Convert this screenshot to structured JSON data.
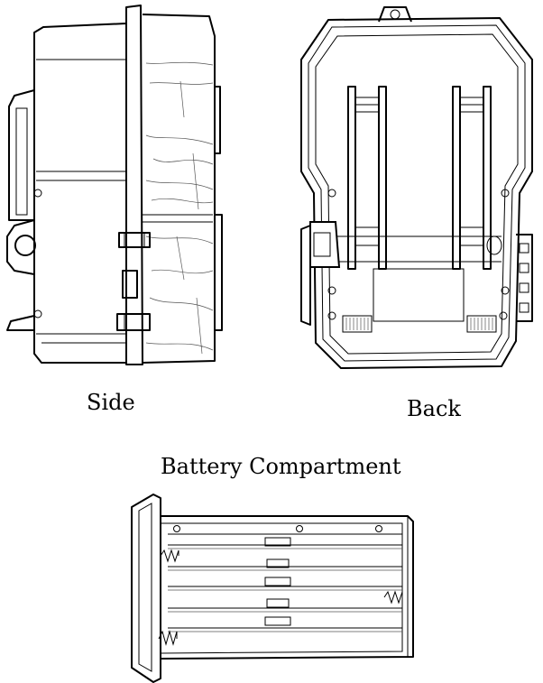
{
  "labels": {
    "side": "Side",
    "back": "Back",
    "battery": "Battery Compartment"
  }
}
